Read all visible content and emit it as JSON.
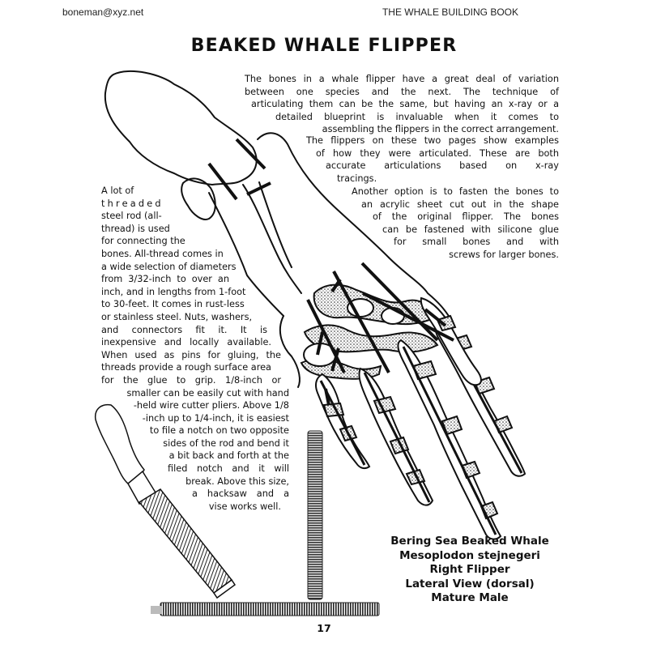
{
  "header": {
    "email": "boneman@xyz.net",
    "book_title": "THE WHALE BUILDING BOOK"
  },
  "page_title": "BEAKED WHALE FLIPPER",
  "intro_paragraphs": [
    {
      "lines": [
        "The bones in a whale flipper have a great deal of variation",
        "between one species and the next. The technique of",
        "articulating them can be the same, but having an x-ray or a",
        "detailed blueprint is invaluable when it comes to",
        "assembling the flippers in the correct arrangement."
      ]
    },
    {
      "lines": [
        "The flippers on these two pages show examples",
        "of how they were articulated. These are both",
        "accurate articulations based on x-ray",
        "tracings."
      ]
    },
    {
      "lines": [
        "Another option is to fasten the bones to",
        "an acrylic sheet cut out in the shape",
        "of the original flipper. The bones",
        "can be fastened with silicone glue",
        "for small bones and with",
        "screws for larger bones."
      ]
    }
  ],
  "sidebar_paragraph": {
    "lines": [
      "A lot of",
      "threaded",
      "steel rod (all-",
      "thread) is used",
      "for connecting the",
      "bones. All-thread comes in",
      "a wide selection of diameters",
      "from 3/32-inch to over an",
      "inch, and in lengths from 1-foot",
      "to 30-feet. It comes in rust-less",
      "or stainless steel. Nuts, washers,",
      "and connectors fit it. It is",
      "inexpensive and locally available.",
      "When used as pins for gluing, the",
      "threads provide a rough surface area",
      "for the glue to grip. 1/8-inch or",
      "smaller can be easily cut with hand",
      "-held wire cutter pliers. Above 1/8",
      "-inch up to 1/4-inch, it is easiest",
      "to file a notch on two opposite",
      "sides of the rod and bend it",
      "a bit back and forth at the",
      "filed notch and it will",
      "break. Above this size,",
      "a hacksaw and a",
      "vise works well."
    ]
  },
  "specimen_caption": {
    "lines": [
      "Bering Sea Beaked Whale",
      "Mesoplodon stejnegeri",
      "Right Flipper",
      "Lateral View (dorsal)",
      "Mature Male"
    ]
  },
  "illustrations": {
    "flipper": "beaked-whale-flipper-bone-drawing",
    "file_tool": "metal-file-drawing",
    "vertical_rod": "threaded-rod-vertical",
    "horizontal_rod": "threaded-rod-horizontal"
  },
  "page_number": "17",
  "colors": {
    "ink": "#111111",
    "paper": "#ffffff"
  }
}
